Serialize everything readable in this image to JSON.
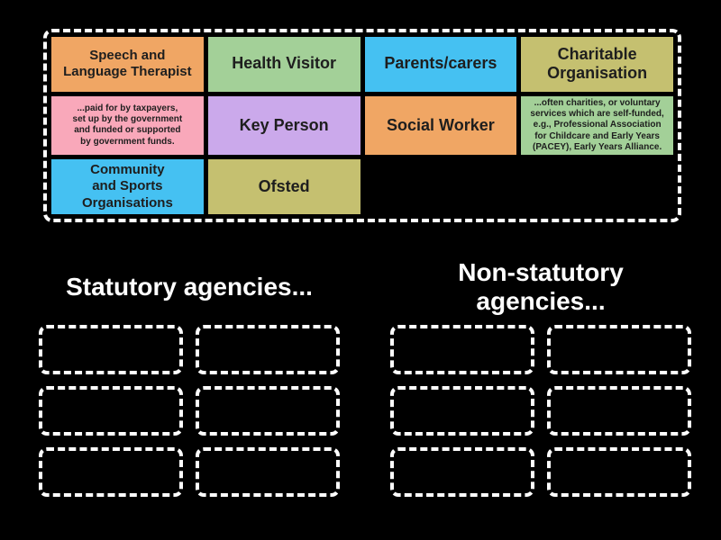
{
  "tray": {
    "cards": [
      {
        "label": "Speech and\nLanguage Therapist",
        "color": "#f0a664"
      },
      {
        "label": "Health Visitor",
        "color": "#a3d098"
      },
      {
        "label": "Parents/carers",
        "color": "#45c1f2"
      },
      {
        "label": "Charitable\nOrganisation",
        "color": "#c5c070"
      },
      {
        "label": "...paid for by taxpayers,\nset up by the government\nand funded or supported\nby government funds.",
        "color": "#f9a8ba"
      },
      {
        "label": "Key Person",
        "color": "#cba9eb"
      },
      {
        "label": "Social Worker",
        "color": "#f0a664"
      },
      {
        "label": "...often charities, or voluntary\nservices which are self-funded,\ne.g., Professional Association\nfor Childcare and Early Years\n(PACEY), Early Years Alliance.",
        "color": "#a3d098"
      },
      {
        "label": "Community\nand Sports\nOrganisations",
        "color": "#45c1f2"
      },
      {
        "label": "Ofsted",
        "color": "#c5c070"
      }
    ]
  },
  "groups": [
    {
      "title": "Statutory agencies...",
      "slot_count": 6
    },
    {
      "title": "Non-statutory agencies...",
      "slot_count": 6
    }
  ],
  "colors": {
    "background": "#000000",
    "dashed_border": "#ffffff",
    "card_text": "#1e1e1e",
    "heading_text": "#ffffff"
  }
}
